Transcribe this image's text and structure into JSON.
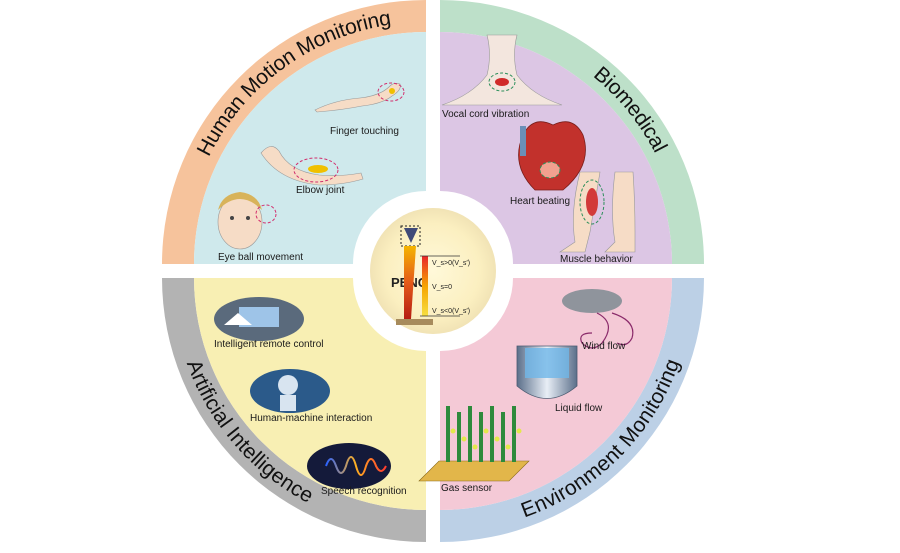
{
  "center": {
    "title": "PENG",
    "states": [
      "V_s>0(V_s′)",
      "V_s=0",
      "V_s<0(V_s′)"
    ]
  },
  "quadrants": [
    {
      "id": "human-motion",
      "title": "Human Motion Monitoring",
      "ring_color": "#f6c39c",
      "fill_color": "#cfe9ec",
      "items": [
        {
          "label": "Finger touching",
          "icon": "finger-icon"
        },
        {
          "label": "Elbow joint",
          "icon": "elbow-icon"
        },
        {
          "label": "Eye ball movement",
          "icon": "face-icon"
        }
      ]
    },
    {
      "id": "biomedical",
      "title": "Biomedical",
      "ring_color": "#bde0c9",
      "fill_color": "#dcc6e4",
      "items": [
        {
          "label": "Vocal cord vibration",
          "icon": "throat-icon"
        },
        {
          "label": "Heart beating",
          "icon": "heart-icon"
        },
        {
          "label": "Muscle behavior",
          "icon": "legs-icon"
        }
      ]
    },
    {
      "id": "ai",
      "title": "Artificial Intelligence",
      "ring_color": "#b3b3b3",
      "fill_color": "#f8efb3",
      "items": [
        {
          "label": "Intelligent remote control",
          "icon": "smart-home-icon"
        },
        {
          "label": "Human-machine interaction",
          "icon": "robot-icon"
        },
        {
          "label": "Speech  recognition",
          "icon": "voice-wave-icon"
        }
      ]
    },
    {
      "id": "environment",
      "title": "Environment Monitoring",
      "ring_color": "#bcd0e6",
      "fill_color": "#f4c9d6",
      "items": [
        {
          "label": "Wind flow",
          "icon": "wind-icon"
        },
        {
          "label": "Liquid flow",
          "icon": "liquid-pipe-icon"
        },
        {
          "label": "Gas sensor",
          "icon": "nanowire-array-icon"
        }
      ]
    }
  ]
}
